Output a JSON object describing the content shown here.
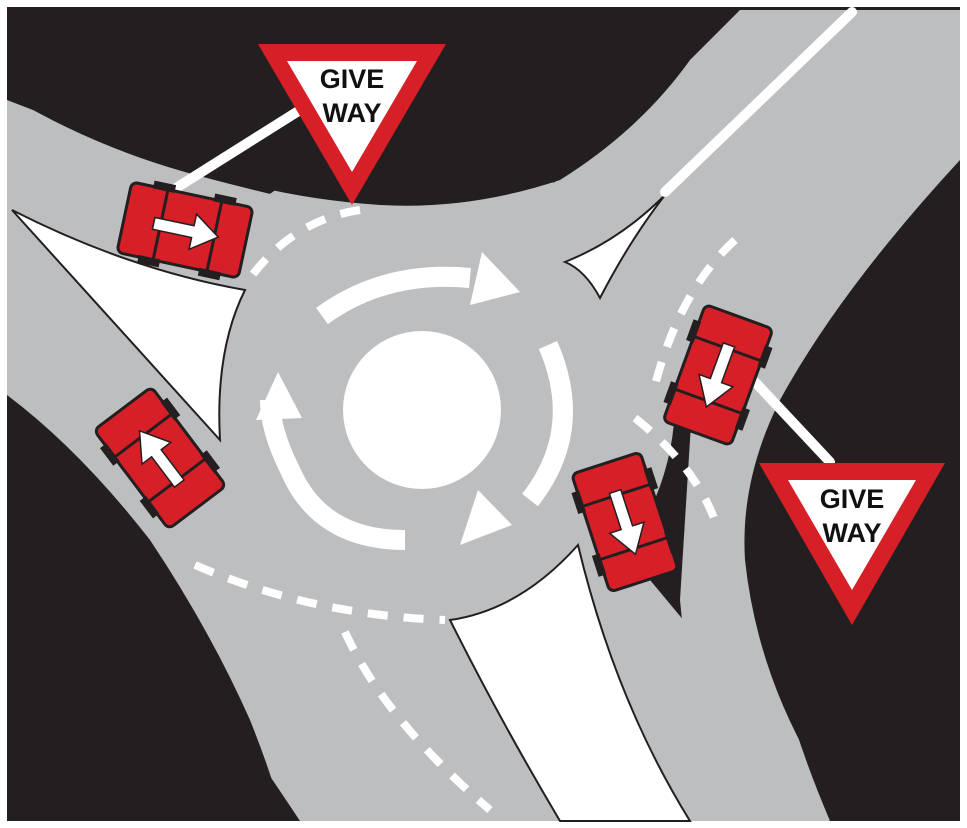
{
  "signs": [
    {
      "line1": "GIVE",
      "line2": "WAY"
    },
    {
      "line1": "GIVE",
      "line2": "WAY"
    }
  ],
  "colors": {
    "background": "#231f20",
    "road": "#bcbec0",
    "marking": "#ffffff",
    "car": "#d61f26",
    "car_outline": "#231f20",
    "sign_border": "#d61f26",
    "sign_fill": "#ffffff",
    "sign_text": "#111111"
  },
  "icons": {
    "car": "car-icon",
    "direction_arrow": "arrow-icon",
    "circulation_arrow": "curved-arrow-icon"
  }
}
